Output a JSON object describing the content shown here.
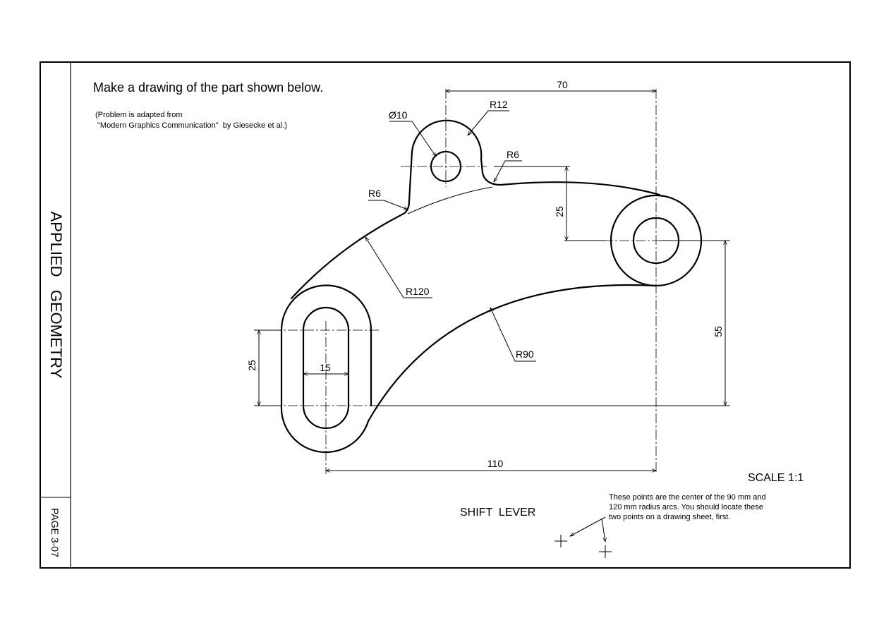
{
  "sidebar": {
    "title": "APPLIED   GEOMETRY",
    "page": "PAGE 3-07"
  },
  "header": {
    "instruction": "Make a drawing of the part shown below.",
    "source_line1": "(Problem is adapted from",
    "source_line2": "\"Modern Graphics Communication\"  by Giesecke et al.)"
  },
  "dimensions": {
    "d70": "70",
    "dia10": "Ø10",
    "r12": "R12",
    "r6_right": "R6",
    "r6_left": "R6",
    "d25_right": "25",
    "r120": "R120",
    "r90": "R90",
    "d25_left": "25",
    "d15": "15",
    "d55": "55",
    "d110": "110"
  },
  "notes": {
    "scale": "SCALE 1:1",
    "part_name": "SHIFT  LEVER",
    "centers_line1": "These points are the center of the 90 mm and",
    "centers_line2": "120 mm radius arcs. You should locate these",
    "centers_line3": "two points on a drawing sheet, first."
  }
}
